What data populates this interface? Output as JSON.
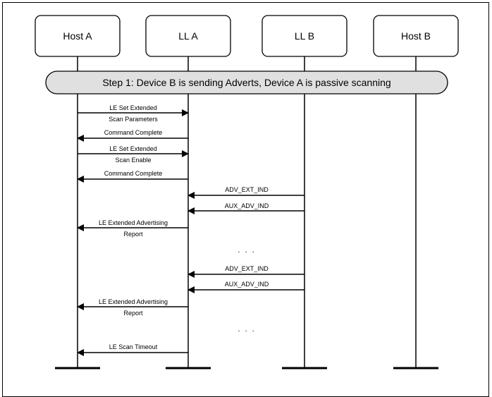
{
  "participants": [
    {
      "id": "host-a",
      "label": "Host A"
    },
    {
      "id": "ll-a",
      "label": "LL A"
    },
    {
      "id": "ll-b",
      "label": "LL B"
    },
    {
      "id": "host-b",
      "label": "Host B"
    }
  ],
  "step": {
    "label": "Step 1: Device B is sending Adverts, Device A is passive scanning"
  },
  "messages": [
    {
      "from": "host-a",
      "to": "ll-a",
      "line1": "LE Set Extended",
      "line2": "Scan Parameters"
    },
    {
      "from": "ll-a",
      "to": "host-a",
      "line1": "Command Complete",
      "line2": ""
    },
    {
      "from": "host-a",
      "to": "ll-a",
      "line1": "LE Set Extended",
      "line2": "Scan Enable"
    },
    {
      "from": "ll-a",
      "to": "host-a",
      "line1": "Command Complete",
      "line2": ""
    },
    {
      "from": "ll-b",
      "to": "ll-a",
      "line1": "ADV_EXT_IND",
      "line2": ""
    },
    {
      "from": "ll-b",
      "to": "ll-a",
      "line1": "AUX_ADV_IND",
      "line2": ""
    },
    {
      "from": "ll-a",
      "to": "host-a",
      "line1": "LE Extended Advertising",
      "line2": "Report"
    },
    {
      "from": "ll-b",
      "to": "ll-a",
      "line1": "ADV_EXT_IND",
      "line2": ""
    },
    {
      "from": "ll-b",
      "to": "ll-a",
      "line1": "AUX_ADV_IND",
      "line2": ""
    },
    {
      "from": "ll-a",
      "to": "host-a",
      "line1": "LE Extended Advertising",
      "line2": "Report"
    },
    {
      "from": "ll-a",
      "to": "host-a",
      "line1": "LE Scan Timeout",
      "line2": ""
    }
  ],
  "ellipses": [
    ". . .",
    ". . ."
  ]
}
